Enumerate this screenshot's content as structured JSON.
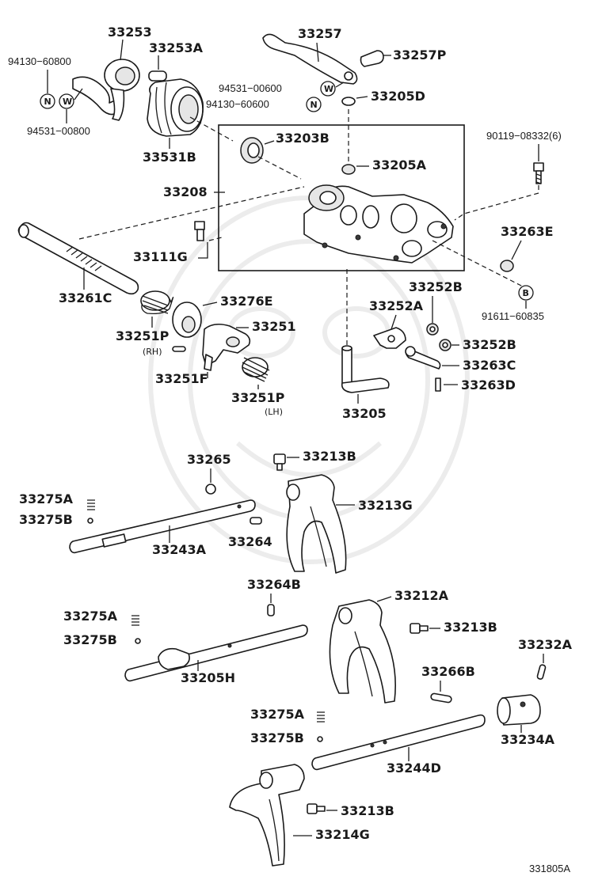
{
  "labels": {
    "p33253": "33253",
    "p33253A": "33253A",
    "p33257": "33257",
    "p33257P": "33257P",
    "p94130_60800": "94130−60800",
    "p94531_00800": "94531−00800",
    "p94531_00600": "94531−00600",
    "p94130_60600": "94130−60600",
    "p33205D": "33205D",
    "p33531B": "33531B",
    "p33203B": "33203B",
    "p90119_08332": "90119−08332(6)",
    "p33205A": "33205A",
    "p33208": "33208",
    "p33111G": "33111G",
    "p33263E": "33263E",
    "p91611_60835": "91611−60835",
    "p33261C": "33261C",
    "p33276E": "33276E",
    "p33252B_top": "33252B",
    "p33252A": "33252A",
    "p33251P_rh": "33251P",
    "p33251": "33251",
    "p33252B_mid": "33252B",
    "p33251F": "33251F",
    "p33263C": "33263C",
    "p33263D": "33263D",
    "p33251P_lh": "33251P",
    "p33205": "33205",
    "p33265": "33265",
    "p33213B_1": "33213B",
    "p33275A_1": "33275A",
    "p33213G": "33213G",
    "p33275B_1": "33275B",
    "p33264": "33264",
    "p33243A": "33243A",
    "p33264B": "33264B",
    "p33212A": "33212A",
    "p33275A_2": "33275A",
    "p33213B_2": "33213B",
    "p33275B_2": "33275B",
    "p33232A": "33232A",
    "p33205H": "33205H",
    "p33266B": "33266B",
    "p33234A": "33234A",
    "p33275A_3": "33275A",
    "p33275B_3": "33275B",
    "p33244D": "33244D",
    "p33213B_3": "33213B",
    "p33214G": "33214G"
  },
  "notes": {
    "rh": "(RH)",
    "lh": "(LH)"
  },
  "badges": {
    "n": "N",
    "w": "W",
    "b": "B"
  },
  "figure_code": "331805A"
}
